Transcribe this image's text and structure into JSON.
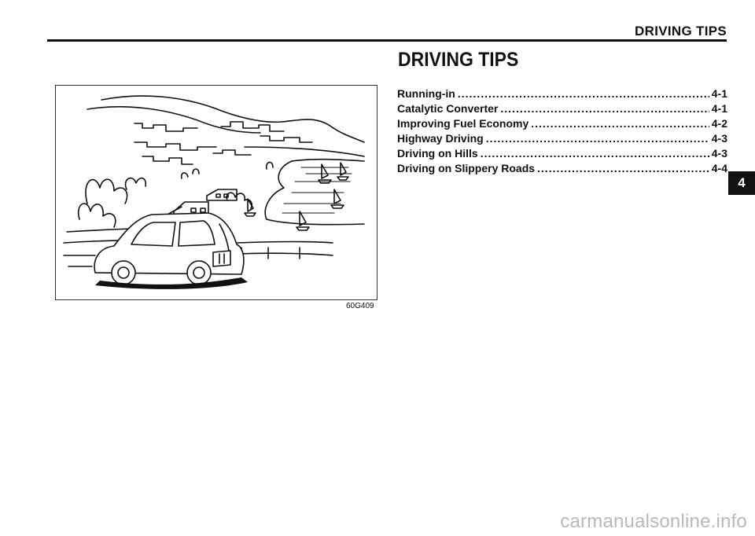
{
  "header": {
    "title": "DRIVING TIPS"
  },
  "section": {
    "title": "DRIVING TIPS"
  },
  "toc": [
    {
      "label": "Running-in",
      "page": "4-1"
    },
    {
      "label": "Catalytic Converter",
      "page": "4-1"
    },
    {
      "label": "Improving Fuel Economy",
      "page": "4-2"
    },
    {
      "label": "Highway Driving",
      "page": "4-3"
    },
    {
      "label": "Driving on Hills",
      "page": "4-3"
    },
    {
      "label": "Driving on Slippery Roads",
      "page": "4-4"
    }
  ],
  "chapter_tab": "4",
  "figure": {
    "code": "60G409",
    "icon": "car-landscape-illustration"
  },
  "watermark": "carmanualsonline.info"
}
